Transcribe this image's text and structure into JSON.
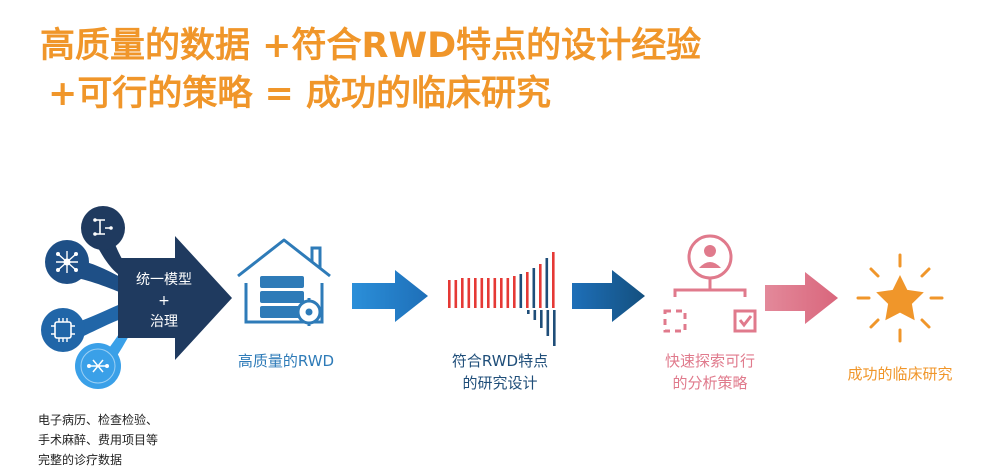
{
  "title": {
    "line1": "高质量的数据 +符合RWD特点的设计经验",
    "line2": "+可行的策略 = 成功的临床研究"
  },
  "source": {
    "lines": [
      "电子病历、检查检验、",
      "手术麻醉、费用项目等",
      "完整的诊疗数据"
    ],
    "icons": [
      "circuit-icon",
      "network-icon",
      "chip-icon",
      "brain-icon"
    ]
  },
  "governance": {
    "line1": "统一模型",
    "line2": "+",
    "line3": "治理"
  },
  "stages": [
    {
      "line1": "高质量的RWD",
      "line2": "",
      "color": "#2E7BB8",
      "icon": "database-house-icon"
    },
    {
      "line1": "符合RWD特点",
      "line2": "的研究设计",
      "color": "#1F4E79",
      "icon": "barcode-design-icon"
    },
    {
      "line1": "快速探索可行",
      "line2": "的分析策略",
      "color": "#E07A8C",
      "icon": "user-branch-icon"
    },
    {
      "line1": "成功的临床研究",
      "line2": "",
      "color": "#F0962A",
      "icon": "star-burst-icon"
    }
  ],
  "colors": {
    "title": "#F0962A",
    "navy": "#1F3A5F",
    "blue": "#2E7BB8",
    "pink": "#E07A8C",
    "orange": "#F0962A",
    "red": "#E53935"
  }
}
